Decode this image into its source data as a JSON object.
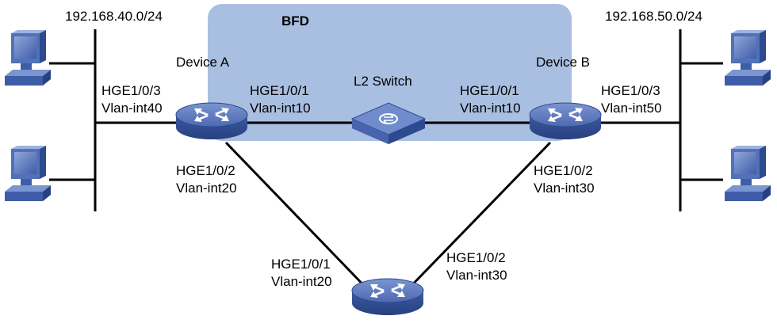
{
  "bfd_label": "BFD",
  "lan_left": "192.168.40.0/24",
  "lan_right": "192.168.50.0/24",
  "device_a": {
    "name": "Device A",
    "if_left": [
      "HGE1/0/3",
      "Vlan-int40"
    ],
    "if_right": [
      "HGE1/0/1",
      "Vlan-int10"
    ],
    "if_down": [
      "HGE1/0/2",
      "Vlan-int20"
    ]
  },
  "l2_switch": {
    "name": "L2 Switch"
  },
  "device_b": {
    "name": "Device B",
    "if_left": [
      "HGE1/0/1",
      "Vlan-int10"
    ],
    "if_right": [
      "HGE1/0/3",
      "Vlan-int50"
    ],
    "if_down": [
      "HGE1/0/2",
      "Vlan-int30"
    ]
  },
  "device_c": {
    "if_left": [
      "HGE1/0/1",
      "Vlan-int20"
    ],
    "if_right": [
      "HGE1/0/2",
      "Vlan-int30"
    ]
  },
  "colors": {
    "bfd_region": "#a9bfe1",
    "router": "#5873b9",
    "router_dark": "#2e4a8f",
    "line": "#000000"
  },
  "icons": {
    "router": "router-icon",
    "switch": "switch-icon",
    "host": "host-pc-icon"
  }
}
